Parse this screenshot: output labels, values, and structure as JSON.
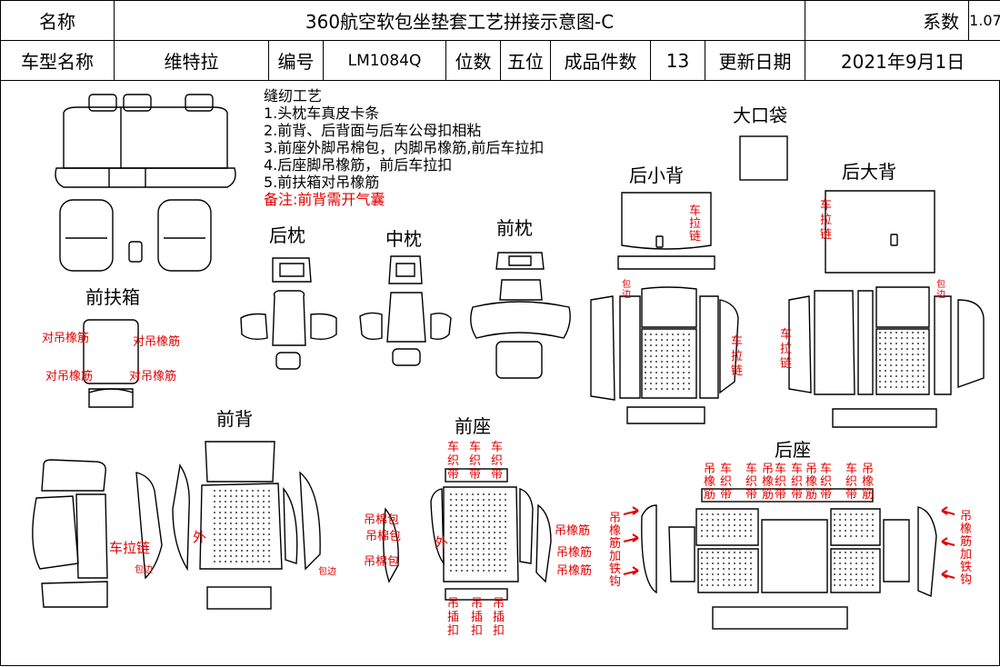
{
  "header": {
    "row1": {
      "name_label": "名称",
      "title": "360航空软包坐垫套工艺拼接示意图-C",
      "coef_label": "系数",
      "coef_value": "1.07"
    },
    "row2": {
      "model_label": "车型名称",
      "model_value": "维特拉",
      "code_label": "编号",
      "code_value": "LM1084Q",
      "seats_label": "位数",
      "seats_value": "五位",
      "pieces_label": "成品件数",
      "pieces_value": "13",
      "update_label": "更新日期",
      "update_value": "2021年9月1日"
    }
  },
  "notes": {
    "heading": "缝纫工艺",
    "items": [
      "1.头枕车真皮卡条",
      "2.前背、后背面与后车公母扣相粘",
      "3.前座外脚吊棉包，内脚吊橡筋,前后车拉扣",
      "4.后座脚吊橡筋，前后车拉扣",
      "5.前扶箱对吊橡筋"
    ],
    "remark": "备注:前背需开气囊"
  },
  "labels": {
    "front_armrest": "前扶箱",
    "rear_pillow": "后枕",
    "mid_pillow": "中枕",
    "front_pillow": "前枕",
    "small_rear_back": "后小背",
    "big_pocket": "大口袋",
    "large_rear_back": "后大背",
    "front_back": "前背",
    "front_seat": "前座",
    "rear_seat": "后座"
  },
  "annotations": {
    "hang_elastic": "对吊橡筋",
    "zipper": "车拉链",
    "zipper_vertical": [
      "车",
      "拉",
      "链"
    ],
    "hem": "包边",
    "hem_vertical": [
      "包",
      "边"
    ],
    "outer": "外",
    "cotton_pack": "吊棉包",
    "elastic": "吊橡筋",
    "weave_strap": [
      "车",
      "织",
      "带"
    ],
    "insert_strap": [
      "吊",
      "插",
      "扣"
    ],
    "elastic_hook": [
      "吊",
      "橡",
      "筋",
      "加",
      "铁",
      "钩"
    ],
    "elastic_vertical": [
      "吊",
      "橡",
      "筋"
    ]
  },
  "colors": {
    "annotation_red": "#e00000",
    "line": "#000000"
  }
}
